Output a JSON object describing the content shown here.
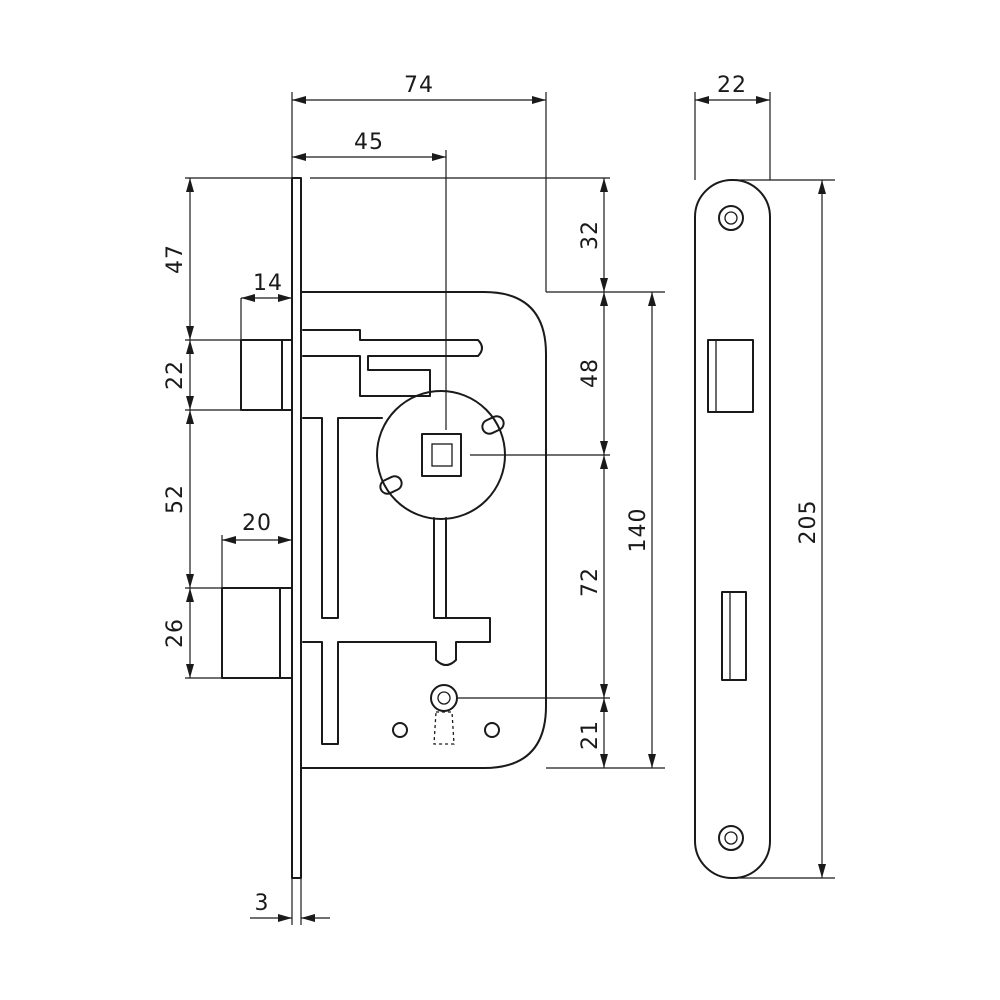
{
  "dimensions": {
    "backset_total": "74",
    "backset": "45",
    "plate_width": "22",
    "latch_top": "47",
    "latch_projection": "14",
    "latch_height": "22",
    "latch_to_bolt": "52",
    "bolt_projection": "20",
    "bolt_height": "26",
    "top_offset": "32",
    "follower_offset": "48",
    "case_height": "140",
    "center_distance": "72",
    "keyhole_offset": "21",
    "plate_length": "205",
    "plate_thickness": "3"
  }
}
